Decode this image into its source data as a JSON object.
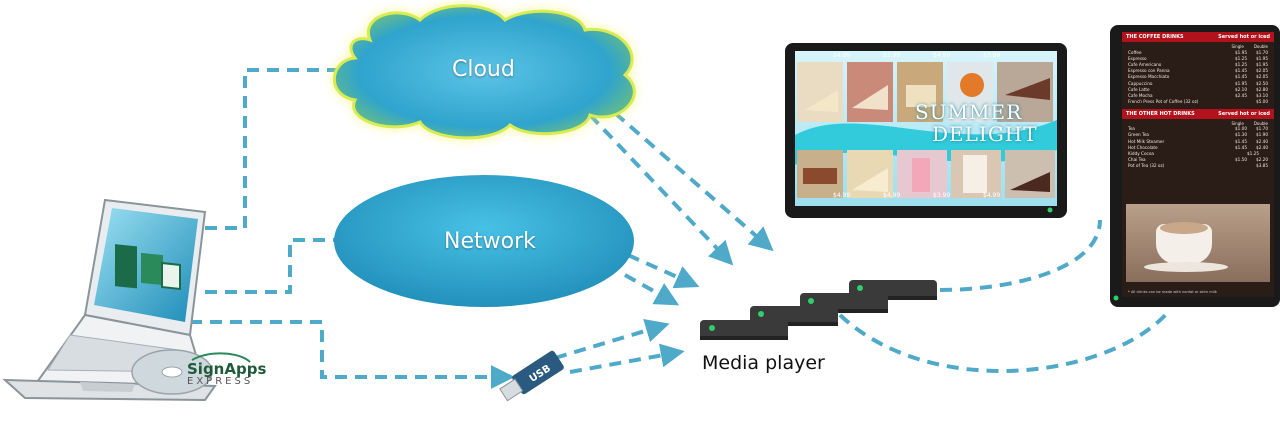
{
  "nodes": {
    "cloud": "Cloud",
    "network": "Network",
    "usb": "USB",
    "media_player": "Media player"
  },
  "brand": {
    "name": "SignApps",
    "sub": "EXPRESS"
  },
  "promo": {
    "line1": "SUMMER",
    "line2": "DELIGHT",
    "prices": [
      "$4.99",
      "$3.99",
      "$4.99",
      "$3.99",
      "$4.99",
      "$4.99",
      "$3.99",
      "$4.99"
    ]
  },
  "menu": {
    "section1": {
      "title": "THE COFFEE DRINKS",
      "tag": "Served hot or iced"
    },
    "cols": [
      "Single",
      "Double"
    ],
    "coffee": [
      {
        "name": "Coffee",
        "single": "$1.95",
        "double": "$1.70"
      },
      {
        "name": "Espresso",
        "single": "$1.25",
        "double": "$1.95"
      },
      {
        "name": "Cafe Americano",
        "single": "$1.25",
        "double": "$1.95"
      },
      {
        "name": "Espresso con Panna",
        "single": "$1.45",
        "double": "$2.05"
      },
      {
        "name": "Espresso Macchiato",
        "single": "$1.45",
        "double": "$2.05"
      },
      {
        "name": "Cappuccino",
        "single": "$1.95",
        "double": "$2.50"
      },
      {
        "name": "Cafe Latte",
        "single": "$2.10",
        "double": "$2.80"
      },
      {
        "name": "Cafe Mocha",
        "single": "$2.45",
        "double": "$3.10"
      },
      {
        "name": "French Press Pot of Coffee (32 oz)",
        "single": "",
        "double": "$5.00"
      }
    ],
    "section2": {
      "title": "THE OTHER HOT DRINKS",
      "tag": "Served hot or iced"
    },
    "other": [
      {
        "name": "Tea",
        "single": "$1.00",
        "double": "$1.70"
      },
      {
        "name": "Green Tea",
        "single": "$1.30",
        "double": "$1.90"
      },
      {
        "name": "Hot Milk Steamer",
        "single": "$1.45",
        "double": "$2.40"
      },
      {
        "name": "Hot Chocolate",
        "single": "$1.45",
        "double": "$2.40"
      },
      {
        "name": "Kiddy Cocoa",
        "single": "$1.25",
        "double": ""
      },
      {
        "name": "Chai Tea",
        "single": "$1.50",
        "double": "$2.20"
      },
      {
        "name": "Pot of Tea (32 oz)",
        "single": "",
        "double": "$3.85"
      }
    ],
    "footer": "* All drinks can be made with nonfat or skim milk"
  },
  "colors": {
    "connector": "#4fa9c9",
    "cloud_fill": "#3fb3d6",
    "cloud_glow": "#f4f25a",
    "network_fill": "#31a7cf",
    "device": "#3a3a3a",
    "led": "#2fd06a",
    "menu_red": "#b2121b"
  }
}
